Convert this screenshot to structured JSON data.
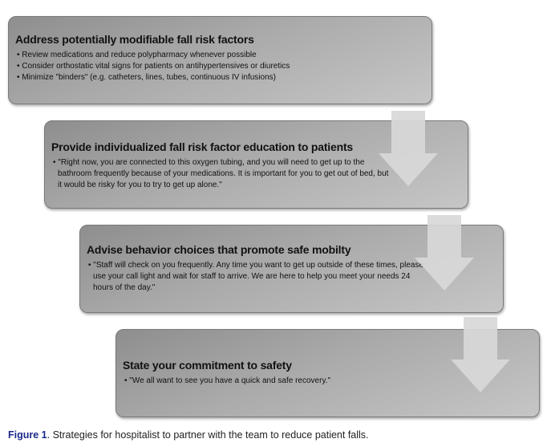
{
  "steps": [
    {
      "title": "Address potentially modifiable fall risk factors",
      "bullets": [
        "Review medications and reduce polypharmacy whenever possible",
        "Consider orthostatic vital signs for patients on antihypertensives or diuretics",
        "Minimize \"binders\" (e.g. catheters, lines, tubes, continuous IV infusions)"
      ]
    },
    {
      "title": "Provide individualized  fall risk factor education to patients",
      "bullets": [
        "\"Right now, you are connected to this oxygen tubing, and you will need to get up to the bathroom frequently because of your medications. It is important for you to get out of bed, but it would be risky for you to try to get up alone.\""
      ]
    },
    {
      "title": "Advise behavior choices that promote safe mobilty",
      "bullets": [
        "\"Staff will check on you frequently.  Any time you want to get up outside of these times, please use your call light and wait for staff to arrive.  We are here to help you meet your needs 24 hours of the day.\""
      ]
    },
    {
      "title": "State your commitment to safety",
      "bullets": [
        "\"We all want to see you have a quick and safe recovery.\""
      ]
    }
  ],
  "caption": {
    "label": "Figure 1",
    "text": ". Strategies for hospitalist to partner with the team to reduce patient falls."
  }
}
